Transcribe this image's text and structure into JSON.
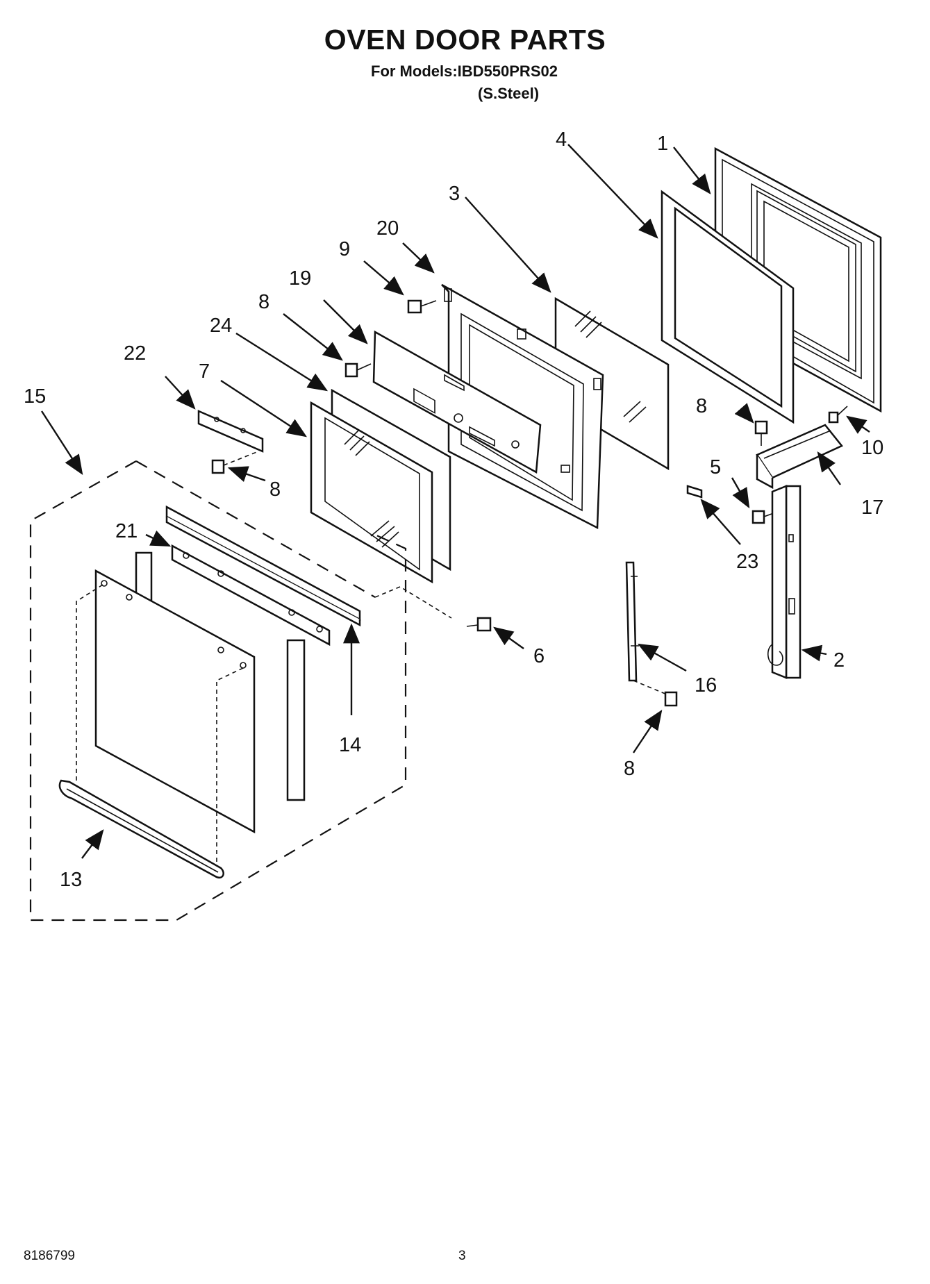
{
  "header": {
    "title": "OVEN DOOR PARTS",
    "models_line": "For Models:IBD550PRS02",
    "finish_line": "(S.Steel)"
  },
  "callouts": {
    "c1": "1",
    "c2": "2",
    "c3": "3",
    "c4": "4",
    "c5": "5",
    "c6": "6",
    "c7": "7",
    "c8a": "8",
    "c8b": "8",
    "c8c": "8",
    "c8d": "8",
    "c9": "9",
    "c10": "10",
    "c13": "13",
    "c14": "14",
    "c15": "15",
    "c16": "16",
    "c17": "17",
    "c19": "19",
    "c20": "20",
    "c21": "21",
    "c22": "22",
    "c23": "23",
    "c24": "24"
  },
  "footer": {
    "doc_number": "8186799",
    "page_number": "3"
  }
}
